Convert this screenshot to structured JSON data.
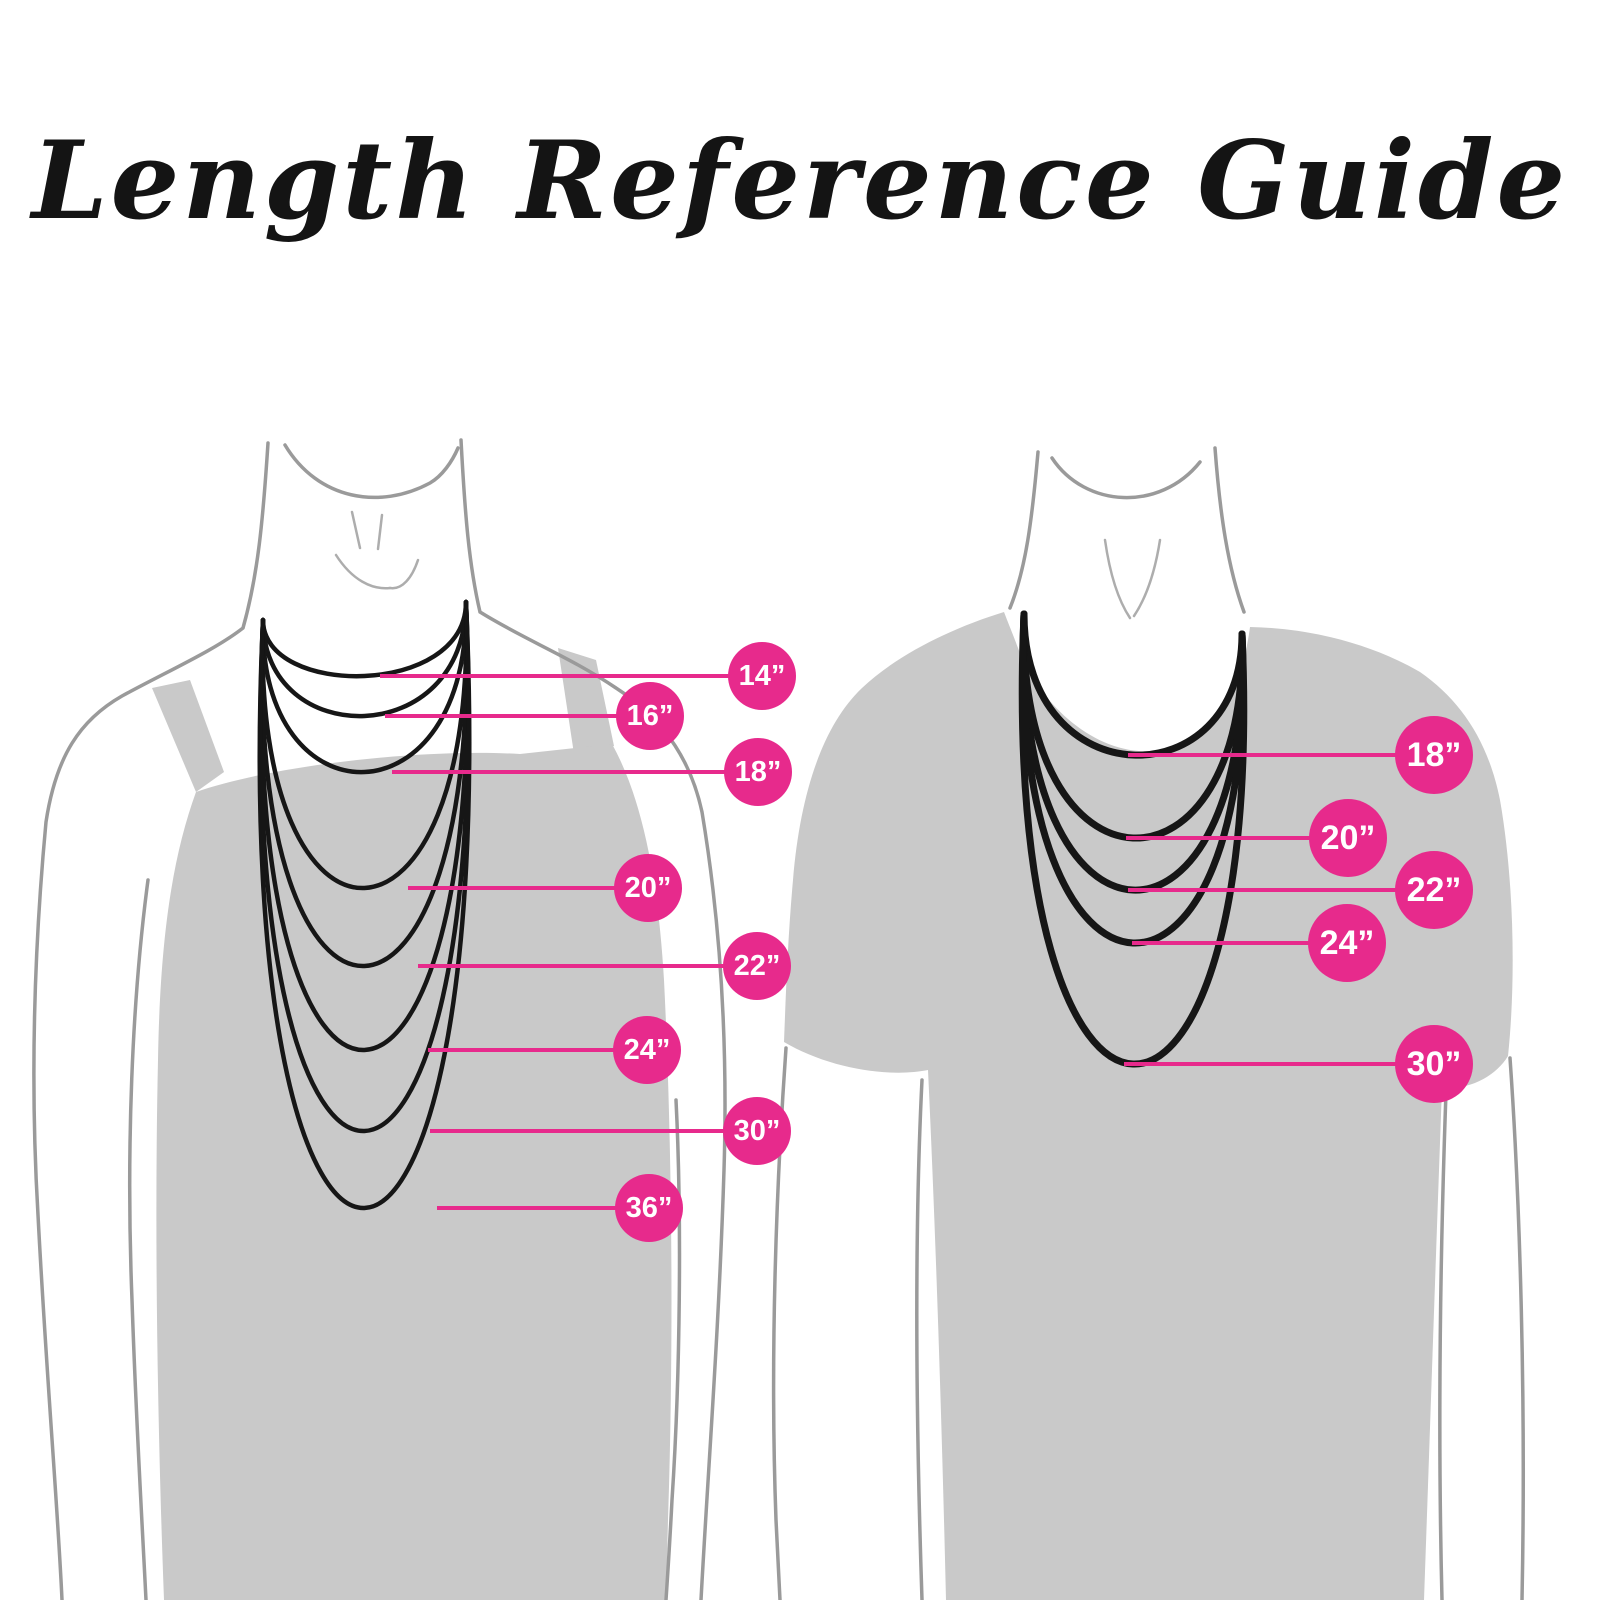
{
  "title": "Length Reference Guide",
  "colors": {
    "badge_pink": "#E72A8C",
    "connector_pink": "#E72A8C",
    "necklace_black": "#161616",
    "garment_gray": "#C9C9C9",
    "body_outline_gray": "#9A9A9A",
    "background": "#FFFFFF",
    "title_text": "#141414",
    "badge_text": "#FFFFFF"
  },
  "figures": [
    {
      "name": "woman",
      "badges": [
        {
          "label": "14”"
        },
        {
          "label": "16”"
        },
        {
          "label": "18”"
        },
        {
          "label": "20”"
        },
        {
          "label": "22”"
        },
        {
          "label": "24”"
        },
        {
          "label": "30”"
        },
        {
          "label": "36”"
        }
      ]
    },
    {
      "name": "man",
      "badges": [
        {
          "label": "18”"
        },
        {
          "label": "20”"
        },
        {
          "label": "22”"
        },
        {
          "label": "24”"
        },
        {
          "label": "30”"
        }
      ]
    }
  ]
}
